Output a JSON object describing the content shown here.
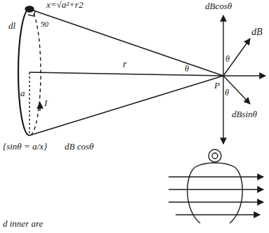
{
  "diagram": {
    "labels": [
      "dBcosθ",
      "dB",
      "x=√a²+r2",
      "dl",
      "90",
      "a",
      "I",
      "r",
      "θ",
      "θ",
      "θ",
      "P",
      "dBsinθ",
      "{sinθ = a/x}",
      "dB cosθ",
      "d inner are"
    ]
  }
}
